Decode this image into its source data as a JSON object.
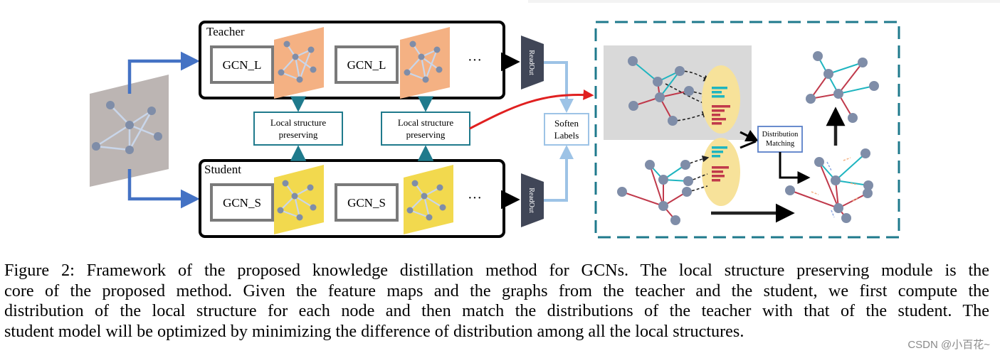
{
  "figure": {
    "teacher_label": "Teacher",
    "student_label": "Student",
    "teacher_gcn_1": "GCN_L",
    "teacher_gcn_2": "GCN_L",
    "student_gcn_1": "GCN_S",
    "student_gcn_2": "GCN_S",
    "ellipsis": "···",
    "readout": "ReadOut",
    "lsp_line1": "Local structure",
    "lsp_line2": "preserving",
    "soften_line1": "Soften",
    "soften_line2": "Labels",
    "dist_line1": "Distribution",
    "dist_line2": "Matching",
    "colors": {
      "blue_arrow": "#4472c4",
      "teal": "#1f7a8c",
      "light_blue": "#9dc3e6",
      "red": "#e02020",
      "teacher_map": "#f4b183",
      "student_map": "#f2d94e",
      "input_map": "#bcb5b3",
      "node": "#7f8da8",
      "cyan_edge": "#1fb5c0",
      "red_edge": "#c0394b",
      "ellipse": "#f7e29a"
    }
  },
  "caption": {
    "line1": "Figure 2: Framework of the proposed knowledge distillation method for GCNs. The local structure preserving module is the",
    "line2": "core of the proposed method. Given the feature maps and the graphs from the teacher and the student, we first compute the",
    "line3": "distribution of the local structure for each node and then match the distributions of the teacher with that of the student. The",
    "line4": "student model will be optimized by minimizing the difference of distribution among all the local structures."
  },
  "watermark": "CSDN @小百花~"
}
